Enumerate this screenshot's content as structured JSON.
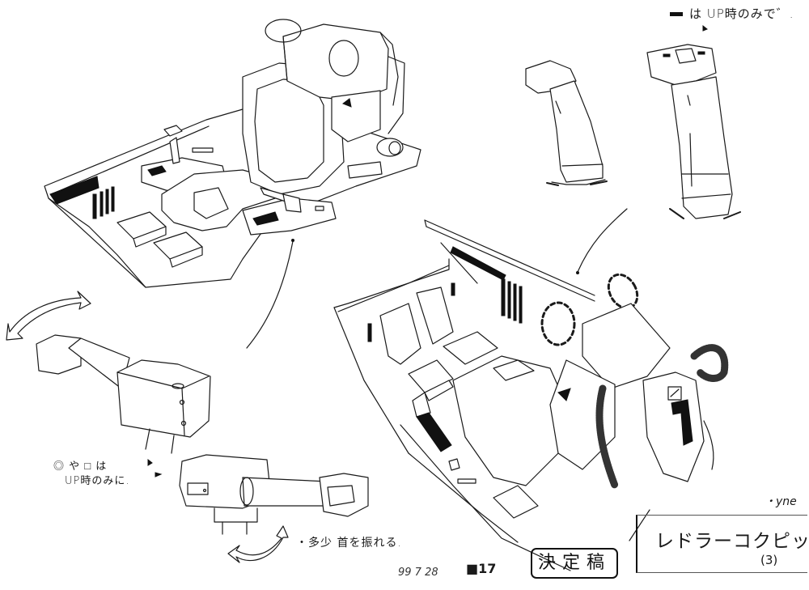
{
  "sheet": {
    "type": "anime mechanical design sheet (line art)",
    "subject": "cockpit seat, control sticks and arm-mounted control units",
    "colors": {
      "ink": "#1a1a1a",
      "paper": "#ffffff"
    }
  },
  "notes": {
    "top_right": "は UP時のみで゛.",
    "left": {
      "line1": "◎ や □ は",
      "line2": "UP時のみに."
    },
    "neck": "・多少 首を振れる."
  },
  "footer": {
    "date": "99 7 28",
    "page_number": "17",
    "stamp": "決定稿",
    "title": "レドラーコクピット",
    "title_sub": "(3)",
    "signature": "・yne"
  },
  "drawings": [
    {
      "name": "cockpit-seat-upper-left",
      "label": "cockpit seat (3/4 view from front-left)"
    },
    {
      "name": "control-stick-side",
      "label": "control stick (side view)"
    },
    {
      "name": "control-stick-front",
      "label": "control stick (front view)"
    },
    {
      "name": "cockpit-interior-center",
      "label": "cockpit interior (view from above)"
    },
    {
      "name": "arm-unit-rotating",
      "label": "arm-mounted control unit (rotating)"
    },
    {
      "name": "arm-unit-swivel",
      "label": "arm-mounted control unit (swivel neck)"
    }
  ]
}
